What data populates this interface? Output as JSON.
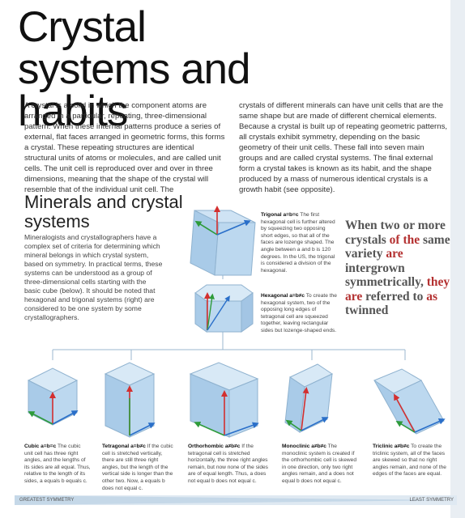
{
  "title": "Crystal systems and habits",
  "intro": {
    "col1": "A crystal is a solid in which the component atoms are arranged in a particular, repeating, three-dimensional pattern. When these internal patterns produce a series of external, flat faces arranged in geometric forms, this forms a crystal. These repeating structures are identical structural units of atoms or molecules, and are called unit cells. The unit cell is reproduced over and over in three dimensions, meaning that the shape of the crystal will resemble that of the individual unit cell. The",
    "col2": "crystals of different minerals can have unit cells that are the same shape but are made of different chemical elements. Because a crystal is built up of repeating geometric patterns, all crystals exhibit symmetry, depending on the basic geometry of their unit cells. These fall into seven main groups and are called crystal systems. The final external form a crystal takes is known as its habit, and the shape produced by a mass of numerous identical crystals is a growth habit (see opposite)."
  },
  "section": {
    "title": "Minerals and crystal systems",
    "body": "Mineralogists and crystallographers have a complex set of criteria for determining which mineral belongs in which crystal system, based on symmetry. In practical terms, these systems can be understood as a group of three-dimensional cells starting with the basic cube (below). It should be noted that hexagonal and trigonal systems (right) are considered to be one system by some crystallographers."
  },
  "systems": {
    "trigonal": {
      "name": "Trigonal",
      "formula": "a=b=c",
      "text": "The first hexagonal cell is further altered by squeezing two opposing short edges, so that all of the faces are lozenge shaped. The angle between a and b is 120 degrees. In the US, the trigonal is considered a division of the hexagonal."
    },
    "hexagonal": {
      "name": "Hexagonal",
      "formula": "a=b≠c",
      "text": "To create the hexagonal system, two of the opposing long edges of tetragonal cell are squeezed together, leaving rectangular sides but lozenge-shaped ends."
    },
    "cubic": {
      "name": "Cubic",
      "formula": "a=b=c",
      "text": "The cubic unit cell has three right angles, and the lengths of its sides are all equal. Thus, relative to the length of its sides, a equals b equals c."
    },
    "tetragonal": {
      "name": "Tetragonal",
      "formula": "a=b≠c",
      "text": "If the cubic cell is stretched vertically, there are still three right angles, but the length of the vertical side is longer than the other two. Now, a equals b does not equal c."
    },
    "orthorhombic": {
      "name": "Orthorhombic",
      "formula": "a≠b≠c",
      "text": "If the tetragonal cell is stretched horizontally, the three right angles remain, but now none of the sides are of equal length. Thus, a does not equal b does not equal c."
    },
    "monoclinic": {
      "name": "Monoclinic",
      "formula": "a≠b≠c",
      "text": "The monoclinic system is created if the orthorhombic cell is skewed in one direction, only two right angles remain, and a does not equal b does not equal c."
    },
    "triclinic": {
      "name": "Triclinic",
      "formula": "a≠b≠c",
      "text": "To create the triclinic system, all of the faces are skewed so that no right angles remain, and none of the edges of the faces are equal."
    }
  },
  "quote": {
    "p1": "When ",
    "p2": "two or more crystals ",
    "p3": "of the ",
    "p4": "same variety ",
    "p5": "are ",
    "p6": "intergrown symmetrically, ",
    "p7": "they are ",
    "p8": "referred to ",
    "p9": "as ",
    "p10": "twinned"
  },
  "symmetry": {
    "greatest": "GREATEST SYMMETRY",
    "least": "LEAST SYMMETRY"
  },
  "colors": {
    "axis_red": "#d32f2f",
    "axis_green": "#2e9b3a",
    "axis_blue": "#2a6fc9",
    "crystal_fill": "#b9d6ee",
    "crystal_edge": "#8fb2cf"
  }
}
